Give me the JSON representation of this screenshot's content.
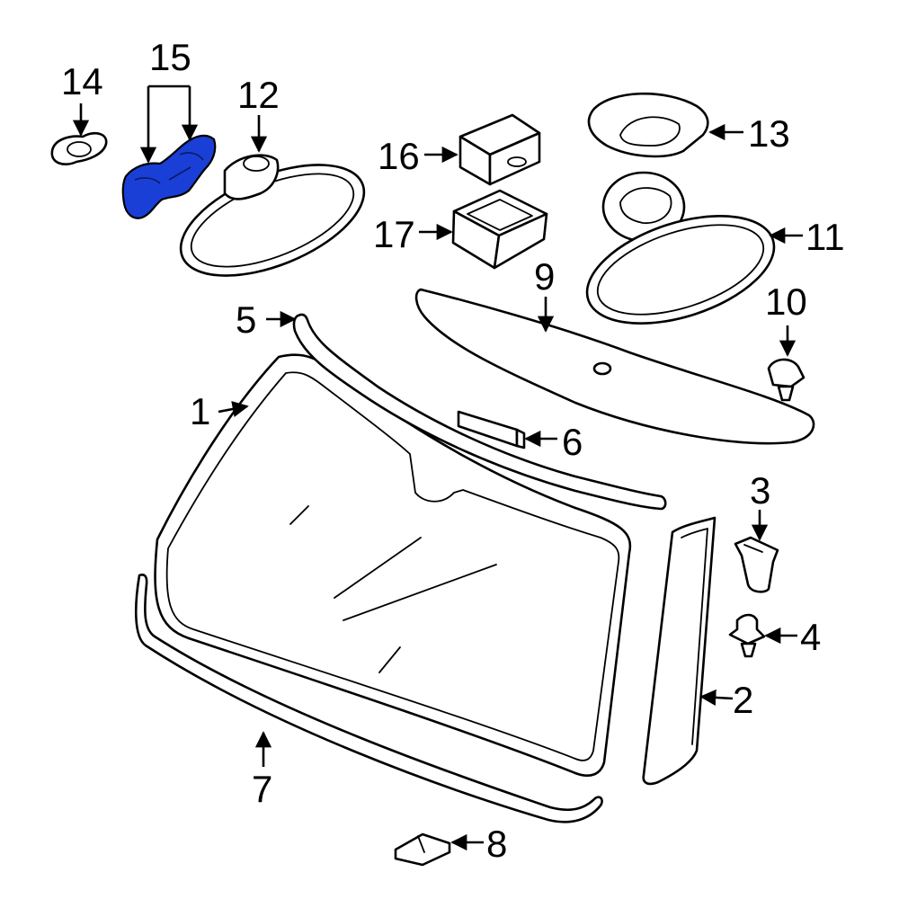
{
  "callouts": [
    {
      "id": "1",
      "label": "1"
    },
    {
      "id": "2",
      "label": "2"
    },
    {
      "id": "3",
      "label": "3"
    },
    {
      "id": "4",
      "label": "4"
    },
    {
      "id": "5",
      "label": "5"
    },
    {
      "id": "6",
      "label": "6"
    },
    {
      "id": "7",
      "label": "7"
    },
    {
      "id": "8",
      "label": "8"
    },
    {
      "id": "9",
      "label": "9"
    },
    {
      "id": "10",
      "label": "10"
    },
    {
      "id": "11",
      "label": "11"
    },
    {
      "id": "12",
      "label": "12"
    },
    {
      "id": "13",
      "label": "13"
    },
    {
      "id": "14",
      "label": "14"
    },
    {
      "id": "15",
      "label": "15"
    },
    {
      "id": "16",
      "label": "16"
    },
    {
      "id": "17",
      "label": "17"
    }
  ],
  "highlight": {
    "part": "15",
    "color": "#1a3fd6"
  },
  "line_color": "#000000",
  "background": "#ffffff"
}
